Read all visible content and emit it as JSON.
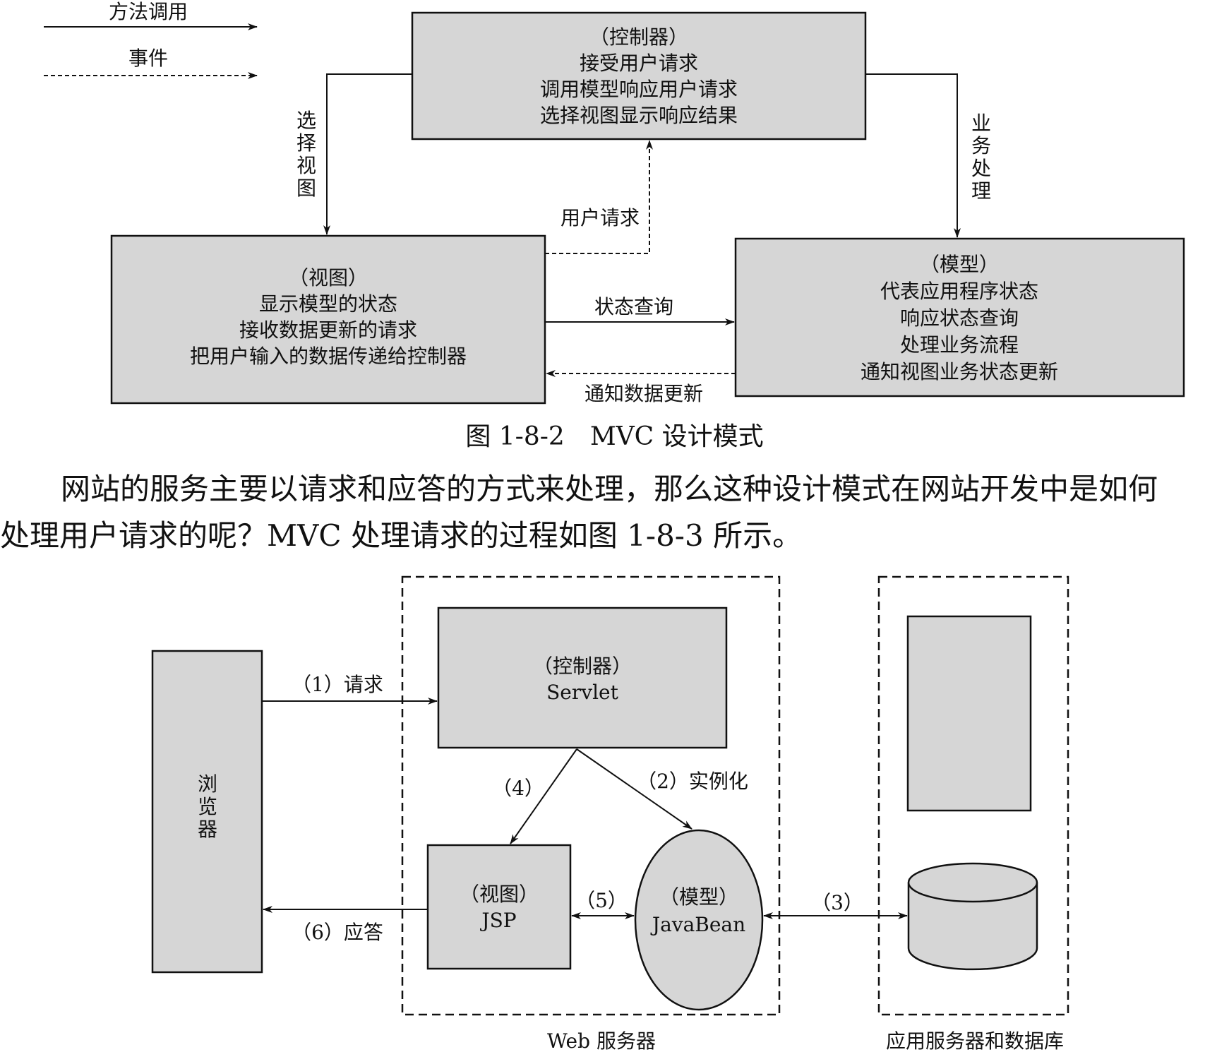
{
  "legend": {
    "method_call": "方法调用",
    "event": "事件"
  },
  "fig1": {
    "controller": {
      "lines": [
        "（控制器）",
        "接受用户请求",
        "调用模型响应用户请求",
        "选择视图显示响应结果"
      ]
    },
    "view": {
      "lines": [
        "（视图）",
        "显示模型的状态",
        "接收数据更新的请求",
        "把用户输入的数据传递给控制器"
      ]
    },
    "model": {
      "lines": [
        "（模型）",
        "代表应用程序状态",
        "响应状态查询",
        "处理业务流程",
        "通知视图业务状态更新"
      ]
    },
    "labels": {
      "select_view": [
        "选",
        "择",
        "视",
        "图"
      ],
      "business": [
        "业",
        "务",
        "处",
        "理"
      ],
      "user_request": "用户请求",
      "state_query": "状态查询",
      "notify_update": "通知数据更新"
    },
    "caption": "图 1-8-2　MVC 设计模式"
  },
  "paragraph": {
    "line1": "网站的服务主要以请求和应答的方式来处理，那么这种设计模式在网站开发中是如何",
    "line2": "处理用户请求的呢？MVC 处理请求的过程如图 1-8-3 所示。"
  },
  "fig2": {
    "browser": [
      "浏",
      "览",
      "器"
    ],
    "controller": [
      "（控制器）",
      "Servlet"
    ],
    "view": [
      "（视图）",
      "JSP"
    ],
    "model": [
      "（模型）",
      "JavaBean"
    ],
    "steps": {
      "s1": "（1）请求",
      "s2": "（2）实例化",
      "s3": "（3）",
      "s4": "（4）",
      "s5": "（5）",
      "s6": "（6）应答"
    },
    "web_server": "Web 服务器",
    "app_server": "应用服务器和数据库"
  }
}
